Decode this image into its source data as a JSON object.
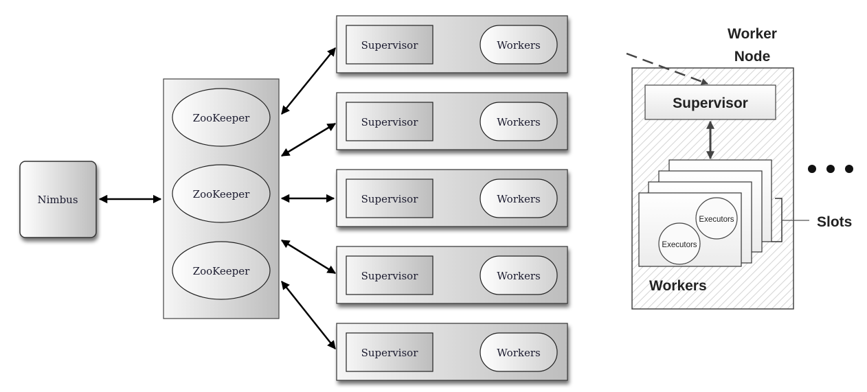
{
  "left_diagram": {
    "nimbus": {
      "label": "Nimbus"
    },
    "zookeepers": [
      {
        "label": "ZooKeeper"
      },
      {
        "label": "ZooKeeper"
      },
      {
        "label": "ZooKeeper"
      }
    ],
    "supervisor_rows": [
      {
        "supervisor": "Supervisor",
        "workers": "Workers"
      },
      {
        "supervisor": "Supervisor",
        "workers": "Workers"
      },
      {
        "supervisor": "Supervisor",
        "workers": "Workers"
      },
      {
        "supervisor": "Supervisor",
        "workers": "Workers"
      },
      {
        "supervisor": "Supervisor",
        "workers": "Workers"
      }
    ]
  },
  "right_diagram": {
    "title_line1": "Worker",
    "title_line2": "Node",
    "supervisor": "Supervisor",
    "executor_a": "Executors",
    "executor_b": "Executors",
    "workers_label": "Workers",
    "slots_label": "Slots",
    "ellipsis": "• • •"
  }
}
